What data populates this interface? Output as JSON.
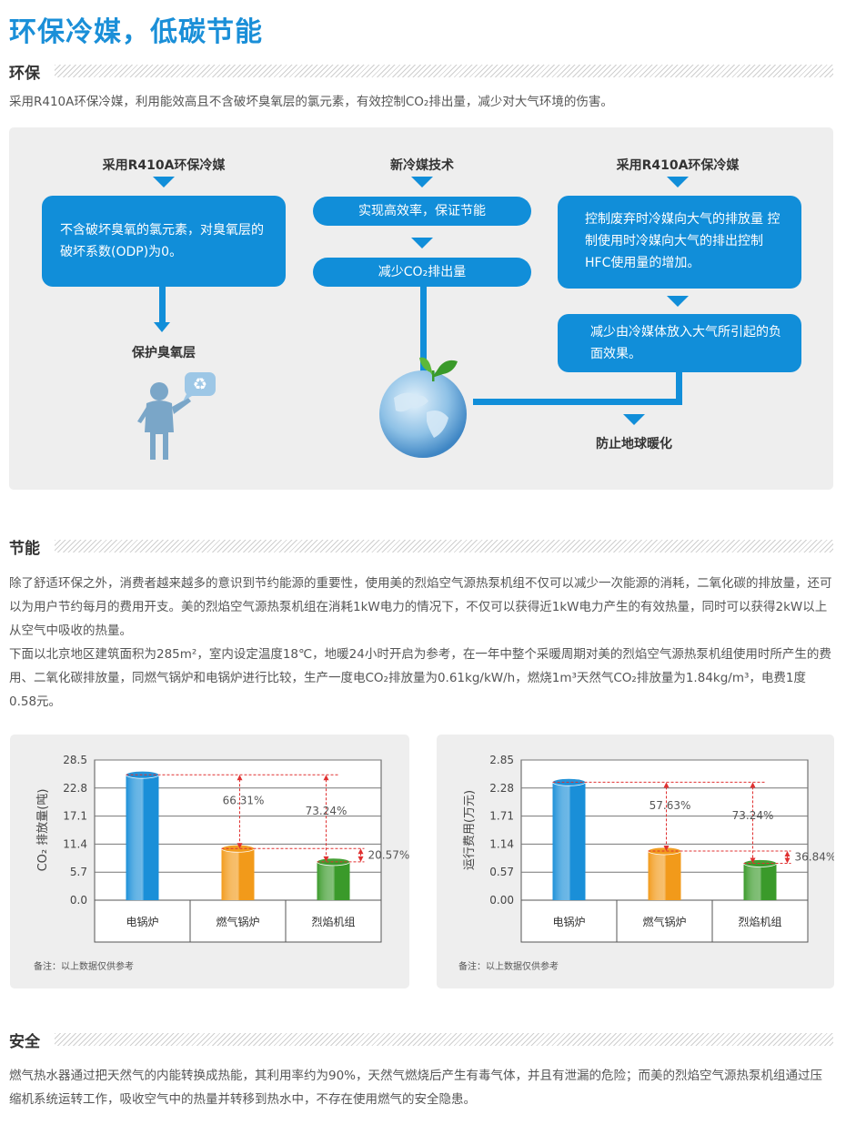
{
  "title": "环保冷媒，低碳节能",
  "eco": {
    "heading": "环保",
    "text": "采用R410A环保冷媒，利用能效高且不含破坏臭氧层的氯元素，有效控制CO₂排出量，减少对大气环境的伤害。",
    "col1": {
      "header": "采用R410A环保冷媒",
      "box": "不含破坏臭氧的氯元素，对臭氧层的破坏系数(ODP)为0。",
      "result": "保护臭氧层"
    },
    "col2": {
      "header": "新冷媒技术",
      "pill1": "实现高效率，保证节能",
      "pill2": "减少CO₂排出量"
    },
    "col3": {
      "header": "采用R410A环保冷媒",
      "box1": "控制废弃时冷媒向大气的排放量 控制使用时冷媒向大气的排出控制HFC使用量的增加。",
      "box2": "减少由冷媒体放入大气所引起的负面效果。",
      "result": "防止地球暖化"
    }
  },
  "energy": {
    "heading": "节能",
    "text1": "除了舒适环保之外，消费者越来越多的意识到节约能源的重要性，使用美的烈焰空气源热泵机组不仅可以减少一次能源的消耗，二氧化碳的排放量，还可以为用户节约每月的费用开支。美的烈焰空气源热泵机组在消耗1kW电力的情况下，不仅可以获得近1kW电力产生的有效热量，同时可以获得2kW以上从空气中吸收的热量。",
    "text2": "下面以北京地区建筑面积为285m²，室内设定温度18℃，地暖24小时开启为参考，在一年中整个采暖周期对美的烈焰空气源热泵机组使用时所产生的费用、二氧化碳排放量，同燃气锅炉和电锅炉进行比较，生产一度电CO₂排放量为0.61kg/kW/h，燃烧1m³天然气CO₂排放量为1.84kg/m³，电费1度0.58元。",
    "note": "备注：以上数据仅供参考"
  },
  "safety": {
    "heading": "安全",
    "text": "燃气热水器通过把天然气的内能转换成热能，其利用率约为90%，天然气燃烧后产生有毒气体，并且有泄漏的危险；而美的烈焰空气源热泵机组通过压缩机系统运转工作，吸收空气中的热量并转移到热水中，不存在使用燃气的安全隐患。"
  },
  "chart_data": [
    {
      "type": "bar",
      "ylabel": "CO₂ 排放量(吨)",
      "ticks": [
        "28.5",
        "22.8",
        "17.1",
        "11.4",
        "5.7",
        "0.0"
      ],
      "ylim": [
        0,
        28.5
      ],
      "categories": [
        "电锅炉",
        "燃气锅炉",
        "烈焰机组"
      ],
      "values": [
        25.5,
        10.5,
        7.8
      ],
      "bar_colors": [
        "#1a8fd8",
        "#f29a1a",
        "#3a9a2a"
      ],
      "annotations": [
        "66.31%",
        "73.24%",
        "20.57%"
      ]
    },
    {
      "type": "bar",
      "ylabel": "运行费用(万元)",
      "ticks": [
        "2.85",
        "2.28",
        "1.71",
        "1.14",
        "0.57",
        "0.00"
      ],
      "ylim": [
        0,
        2.85
      ],
      "categories": [
        "电锅炉",
        "燃气锅炉",
        "烈焰机组"
      ],
      "values": [
        2.4,
        1.0,
        0.75
      ],
      "bar_colors": [
        "#1a8fd8",
        "#f29a1a",
        "#3a9a2a"
      ],
      "annotations": [
        "57.63%",
        "73.24%",
        "36.84%"
      ]
    }
  ]
}
